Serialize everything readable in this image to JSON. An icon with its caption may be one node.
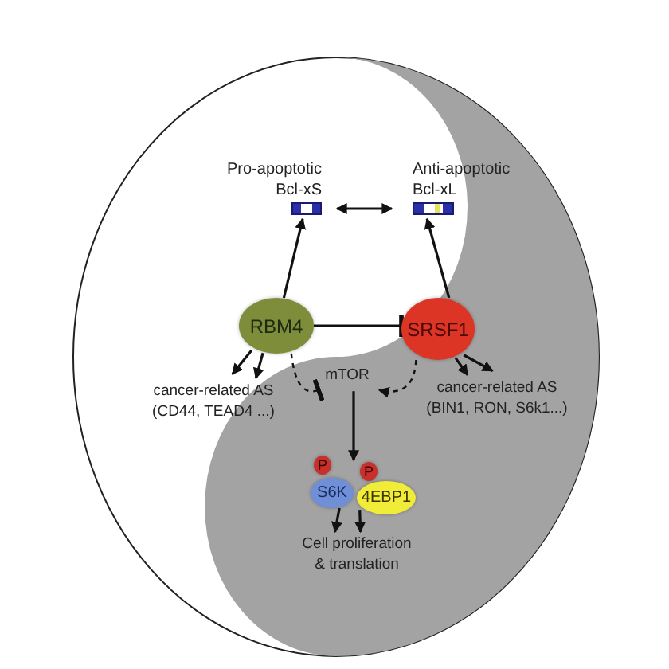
{
  "diagram": {
    "nodes": [
      {
        "text": [
          "Pro-apoptotic",
          "Bcl-xS"
        ]
      },
      {
        "text": [
          "Anti-apoptotic",
          "Bcl-xL"
        ]
      },
      {
        "text": [
          "RBM4"
        ]
      },
      {
        "text": [
          "SRSF1"
        ]
      },
      {
        "text": [
          "cancer-related AS (CD44, TEAD4 ...)"
        ]
      },
      {
        "text": [
          "mTOR"
        ]
      },
      {
        "text": [
          "cancer-related AS (BIN1, RON, S6k1...)"
        ]
      },
      {
        "text": [
          "P"
        ]
      },
      {
        "text": [
          "P"
        ]
      },
      {
        "text": [
          "S6K"
        ]
      },
      {
        "text": [
          "4EBP1"
        ]
      },
      {
        "text": [
          "Cell proliferation & translation"
        ]
      }
    ],
    "edges": [
      {
        "from": 2,
        "to": 0,
        "arrow": "to"
      },
      {
        "from": 3,
        "to": 1,
        "arrow": "to"
      },
      {
        "from": 0,
        "to": 1,
        "arrow": "both"
      },
      {
        "from": 2,
        "to": 3,
        "arrow": "other"
      },
      {
        "from": 2,
        "to": 4,
        "arrow": "to"
      },
      {
        "from": 2,
        "to": 4,
        "arrow": "to"
      },
      {
        "from": 3,
        "to": 6,
        "arrow": "to"
      },
      {
        "from": 3,
        "to": 6,
        "arrow": "to"
      },
      {
        "from": 2,
        "to": 5,
        "arrow": "other",
        "style": "dashed"
      },
      {
        "from": 3,
        "to": 5,
        "arrow": "to",
        "style": "dashed"
      },
      {
        "from": 5,
        "to": 9,
        "arrow": "to"
      },
      {
        "from": 9,
        "to": 11,
        "arrow": "to"
      },
      {
        "from": 10,
        "to": 11,
        "arrow": "to"
      }
    ]
  }
}
